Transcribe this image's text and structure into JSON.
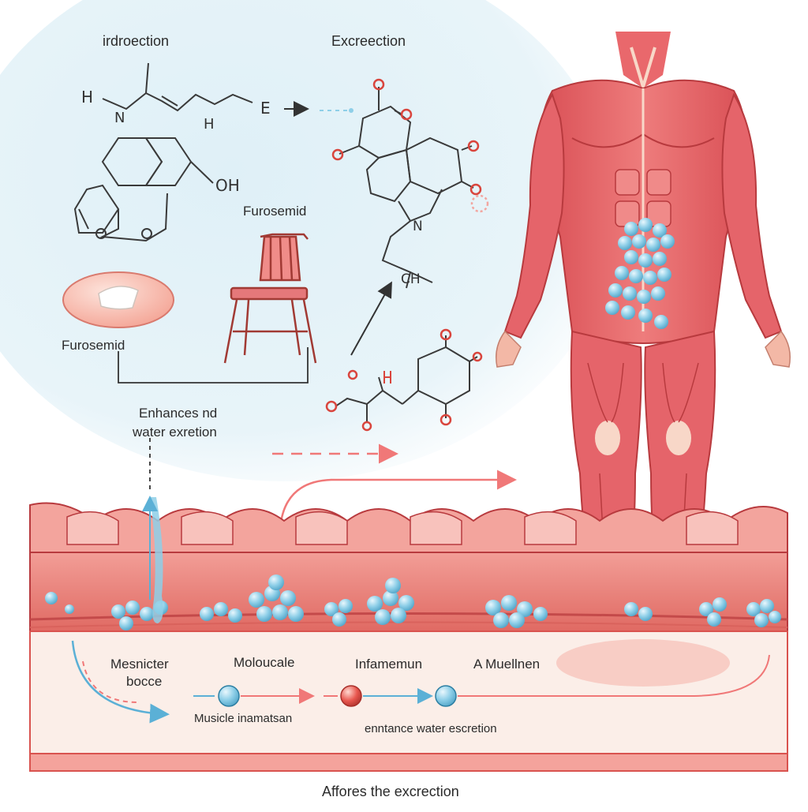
{
  "labels": {
    "introduction": "irdroection",
    "excretion": "Excreection",
    "furosemid_tablet": "Furosemid",
    "furosemid_chair": "Furosemid",
    "enhances": "Enhances nd",
    "water_excretion": "water exretion",
    "mesnicter": "Mesnicter",
    "bocce": "bocce",
    "molecule": "Moloucale",
    "inflammation": "Infamemun",
    "muelinen": "A Muellnen",
    "muscle_inflammation": "Musicle inamatsan",
    "enhance_water_excretion": "enntance water escretion",
    "footer": "Affores the  excrection"
  },
  "chem": {
    "h": "H",
    "n": "N",
    "h2": "H",
    "e": "E",
    "oh": "OH",
    "n2": "N",
    "ch": "CH"
  },
  "colors": {
    "bubble_background": "#dff0f7",
    "muscle": "#e4646a",
    "muscle_light": "#f29a98",
    "tissue": "#f08d88",
    "tissue_dark": "#d9534f",
    "water": "#8ecfe8",
    "arrow": "#f07878"
  },
  "icons": [
    "pill-icon",
    "chair-icon",
    "muscle-body-figure",
    "water-droplet-icon",
    "molecule-icon"
  ]
}
